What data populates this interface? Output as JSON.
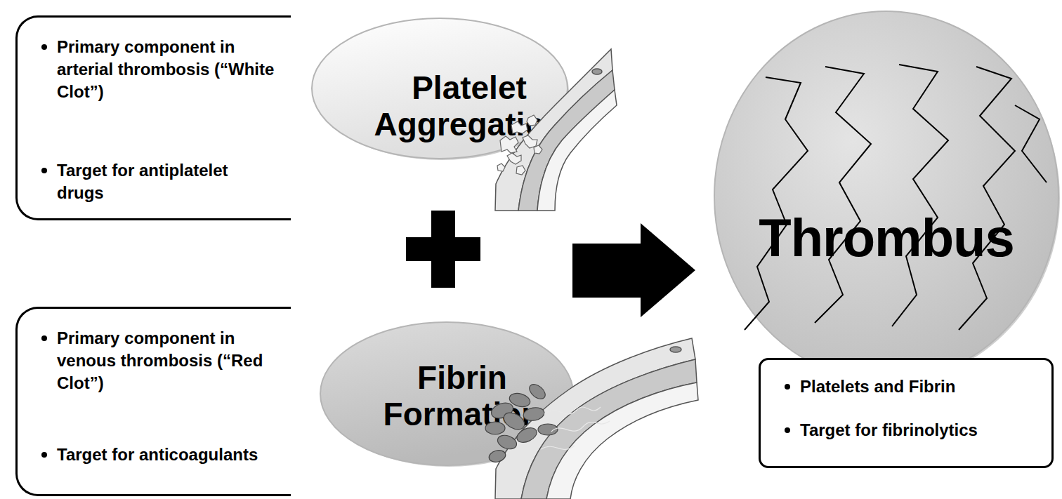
{
  "diagram": {
    "nodes": [
      {
        "text": [
          "Primary component in arterial thrombosis (“White Clot”)",
          "Target for antiplatelet drugs"
        ]
      },
      {
        "text": [
          "Platelet Aggregation"
        ]
      },
      {
        "text": [
          "Thrombus"
        ]
      },
      {
        "text": [
          "Primary component in venous thrombosis (“Red Clot”)",
          "Target for anticoagulants"
        ]
      },
      {
        "text": [
          "Fibrin Formation"
        ]
      },
      {
        "text": [
          "Platelets and Fibrin",
          "Target for fibrinolytics"
        ]
      }
    ]
  }
}
